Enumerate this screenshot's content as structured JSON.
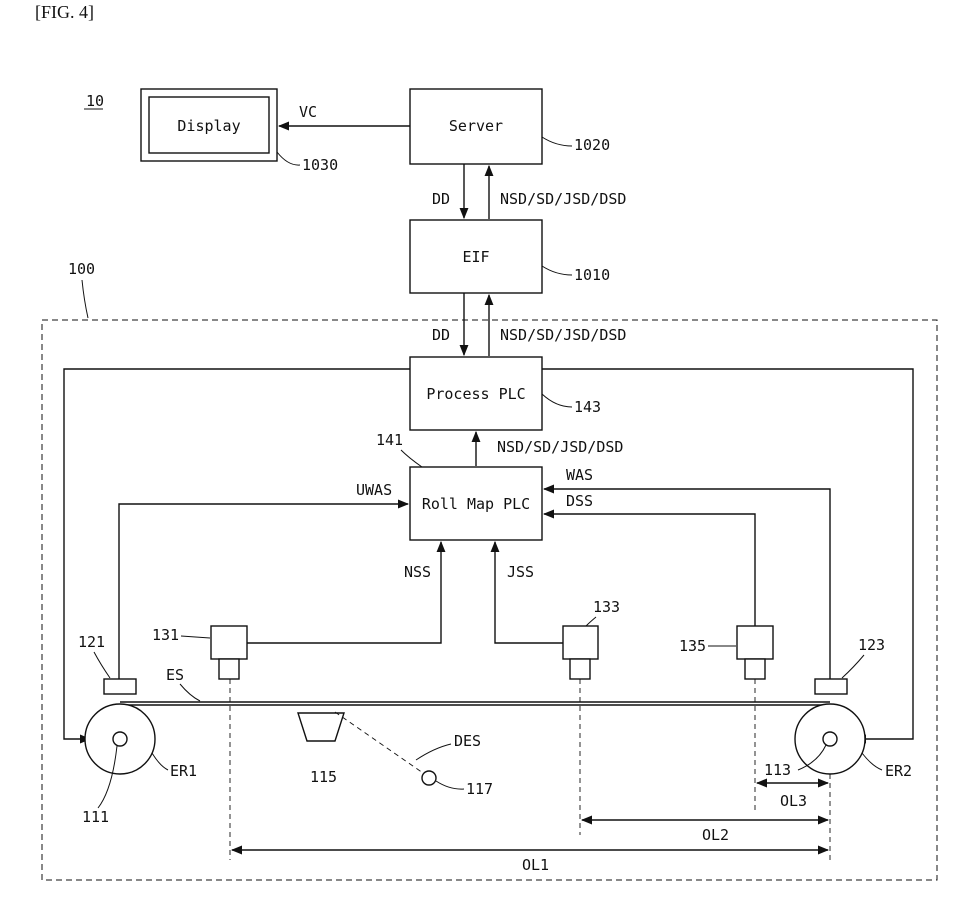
{
  "figure": {
    "caption": "[FIG. 4]"
  },
  "labels": {
    "system_ref": "10",
    "device_ref": "100",
    "display": "Display",
    "display_ref": "1030",
    "server": "Server",
    "server_ref": "1020",
    "eif": "EIF",
    "eif_ref": "1010",
    "process_plc": "Process PLC",
    "process_plc_ref": "143",
    "roll_map_plc": "Roll Map PLC",
    "roll_map_plc_ref": "141",
    "vc": "VC",
    "dd_top": "DD",
    "nsd_top": "NSD/SD/JSD/DSD",
    "dd_mid": "DD",
    "nsd_mid": "NSD/SD/JSD/DSD",
    "nsd_low": "NSD/SD/JSD/DSD",
    "uwas": "UWAS",
    "was": "WAS",
    "dss": "DSS",
    "nss": "NSS",
    "jss": "JSS",
    "sensor_131": "131",
    "sensor_133": "133",
    "sensor_135": "135",
    "encoder_121": "121",
    "encoder_123": "123",
    "es": "ES",
    "des": "DES",
    "er1": "ER1",
    "er2": "ER2",
    "ref_111": "111",
    "ref_113": "113",
    "ref_115": "115",
    "ref_117": "117",
    "ol1": "OL1",
    "ol2": "OL2",
    "ol3": "OL3"
  }
}
